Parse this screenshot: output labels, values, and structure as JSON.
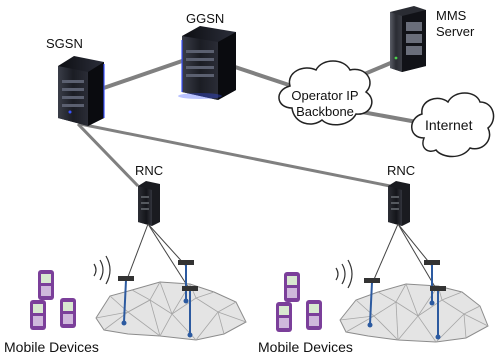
{
  "labels": {
    "sgsn": "SGSN",
    "ggsn": "GGSN",
    "mms_line1": "MMS",
    "mms_line2": "Server",
    "backbone_line1": "Operator IP",
    "backbone_line2": "Backbone",
    "internet": "Internet",
    "rnc_left": "RNC",
    "rnc_right": "RNC",
    "devices_left": "Mobile Devices",
    "devices_right": "Mobile Devices"
  },
  "colors": {
    "link": "#808080",
    "server_dark": "#1b1d24",
    "server_glow": "#3a52ff",
    "phone_body": "#7b3f9a",
    "phone_screen": "#d8e8d0",
    "mesh_fill": "#e4e4e4",
    "mesh_line": "#9a9a9a",
    "tower": "#2c5aa0"
  },
  "icons": [
    "server-icon",
    "cloud-icon",
    "rnc-icon",
    "mobile-phone-icon",
    "cell-tower-icon",
    "signal-wave-icon",
    "coverage-mesh-icon"
  ]
}
